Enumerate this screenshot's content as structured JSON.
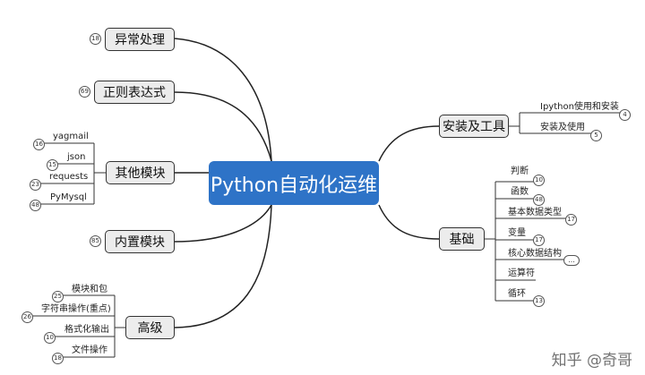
{
  "central": {
    "label": "Python自动化运维"
  },
  "left_topics": [
    {
      "label": "异常处理",
      "count": "18"
    },
    {
      "label": "正则表达式",
      "count": "69"
    },
    {
      "label": "其他模块"
    },
    {
      "label": "内置模块",
      "count": "85"
    },
    {
      "label": "高级"
    }
  ],
  "right_topics": [
    {
      "label": "安装及工具"
    },
    {
      "label": "基础"
    }
  ],
  "other_modules_leaves": [
    {
      "label": "yagmail",
      "count": "16"
    },
    {
      "label": "json",
      "count": "15"
    },
    {
      "label": "requests",
      "count": "23"
    },
    {
      "label": "PyMysql",
      "count": "48"
    }
  ],
  "advanced_leaves": [
    {
      "label": "模块和包",
      "count": "25"
    },
    {
      "label": "字符串操作(重点)",
      "count": "26"
    },
    {
      "label": "格式化输出",
      "count": "10"
    },
    {
      "label": "文件操作",
      "count": "18"
    }
  ],
  "install_leaves": [
    {
      "label": "Ipython使用和安装",
      "count": "4"
    },
    {
      "label": "安装及使用",
      "count": "5"
    }
  ],
  "basics_leaves": [
    {
      "label": "判断",
      "count": "10"
    },
    {
      "label": "函数",
      "count": "48"
    },
    {
      "label": "基本数据类型",
      "count": "17"
    },
    {
      "label": "变量",
      "count": "17"
    },
    {
      "label": "核心数据结构",
      "count": "..."
    },
    {
      "label": "运算符",
      "count": ""
    },
    {
      "label": "循环",
      "count": "13"
    }
  ],
  "watermark": "知乎 @奇哥",
  "colors": {
    "central_fill": "#2e73c7",
    "node_fill": "#ececec",
    "line": "#222222"
  }
}
